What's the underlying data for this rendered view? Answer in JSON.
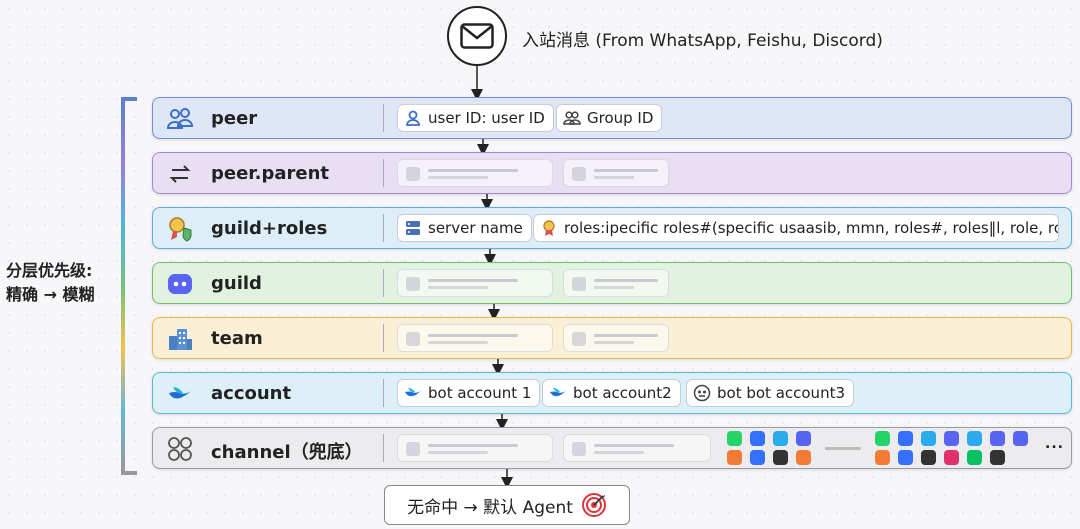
{
  "header": {
    "label": "入站消息 (From WhatsApp, Feishu, Discord)",
    "icon": "envelope-icon"
  },
  "side": {
    "line1": "分层优先级:",
    "line2": "精确 → 模糊"
  },
  "rows": [
    {
      "name": "peer",
      "icon": "people-icon",
      "color": "#dfe6f7",
      "border": "#6e8fd6"
    },
    {
      "name": "peer.parent",
      "icon": "swap-arrows-icon",
      "color": "#e9dff5",
      "border": "#a486d6"
    },
    {
      "name": "guild+roles",
      "icon": "badge-shield-icon",
      "color": "#ddeef9",
      "border": "#5ab0dc"
    },
    {
      "name": "guild",
      "icon": "discord-icon",
      "color": "#e1f2e0",
      "border": "#6fbf6f"
    },
    {
      "name": "team",
      "icon": "building-icon",
      "color": "#fbf0d6",
      "border": "#e8b948"
    },
    {
      "name": "account",
      "icon": "feishu-icon",
      "color": "#ddf0f8",
      "border": "#5ab7d6"
    },
    {
      "name": "channel（兜底）",
      "icon": "apps-grid-icon",
      "color": "#ececee",
      "border": "#9a9aa2"
    }
  ],
  "chips": {
    "peer_user": "user ID: user ID",
    "peer_group": "Group ID",
    "server_name": "server name",
    "roles": "roles:ipecific roles#(specific usaasib, mmn, roles#, roles‖l, role, roles...",
    "bot1": "bot account 1",
    "bot2": "bot account2",
    "bot3": "bot bot account3",
    "more": "..."
  },
  "fallback": {
    "label": "无命中 → 默认 Agent",
    "icon": "target-icon"
  },
  "colors": {
    "whatsapp": "#25d366",
    "feishu": "#3370ff",
    "telegram": "#2aabee",
    "discord": "#5865f2",
    "wechat": "#07c160",
    "instagram": "#e1306c",
    "orange": "#f27b35",
    "dark": "#333333"
  }
}
